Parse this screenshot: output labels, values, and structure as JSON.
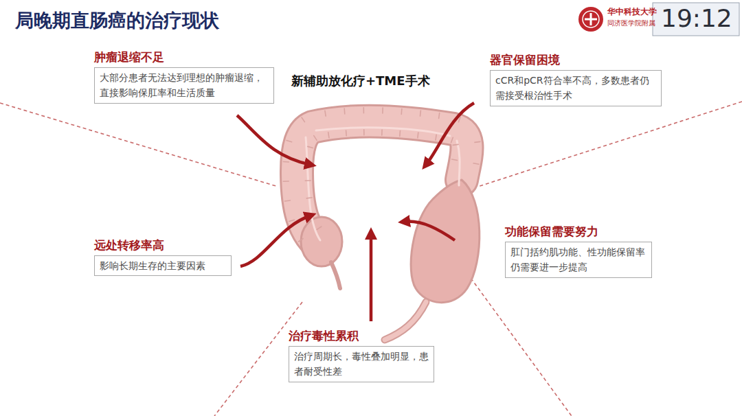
{
  "diagram": {
    "title": "局晚期直肠癌的治疗现状",
    "nodes": [
      {
        "text": [
          "肿瘤退缩不足",
          "大部分患者无法达到理想的肿瘤退缩，直接影响保肛率和生活质量"
        ]
      },
      {
        "text": [
          "器官保留困境",
          "cCR和pCR符合率不高，多数患者仍需接受根治性手术"
        ]
      },
      {
        "text": [
          "远处转移率高",
          "影响长期生存的主要因素"
        ]
      },
      {
        "text": [
          "功能保留需要努力",
          "肛门括约肌功能、性功能保留率仍需要进一步提高"
        ]
      },
      {
        "text": [
          "治疗毒性累积",
          "治疗周期长，毒性叠加明显，患者耐受性差"
        ]
      }
    ],
    "labels": [
      "新辅助放化疗+TME手术",
      "华中科技大学",
      "同济医学院附属",
      "19:12"
    ]
  }
}
